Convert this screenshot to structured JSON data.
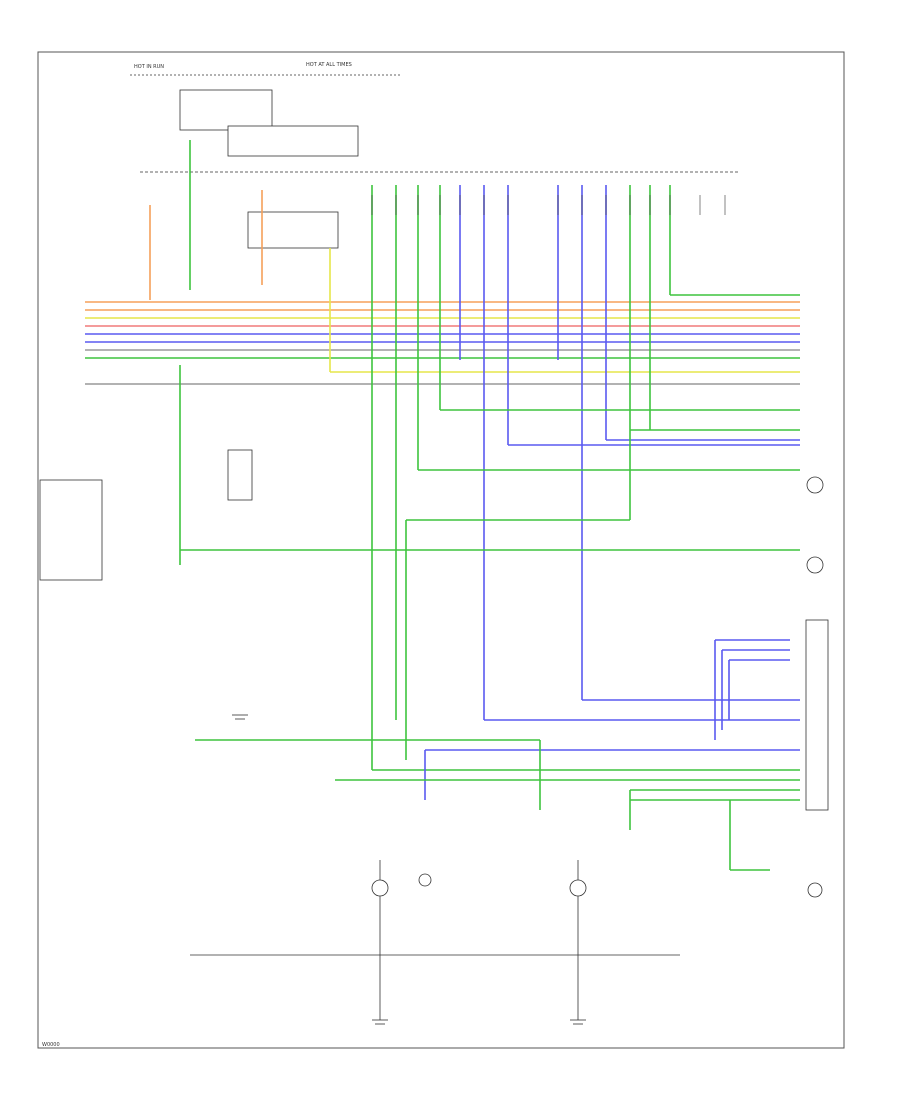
{
  "colors": {
    "green": "#3ec43e",
    "blue": "#5a5af0",
    "orange": "#f5a05a",
    "yellow": "#e6e64a",
    "red": "#f07a7a",
    "gray": "#9a9a9a",
    "black": "#333333"
  },
  "labels": {
    "hot_run": "HOT IN RUN",
    "hot_at_all_times": "HOT AT ALL TIMES",
    "page_code": "W0000"
  },
  "icons": {
    "left_front_lamp": "lamp-icon",
    "right_front_lamp": "lamp-icon",
    "left_rear_lamp": "lamp-icon",
    "right_rear_lamp": "lamp-icon",
    "center_lamp": "lamp-icon",
    "indicator_lamp": "lamp-icon"
  }
}
